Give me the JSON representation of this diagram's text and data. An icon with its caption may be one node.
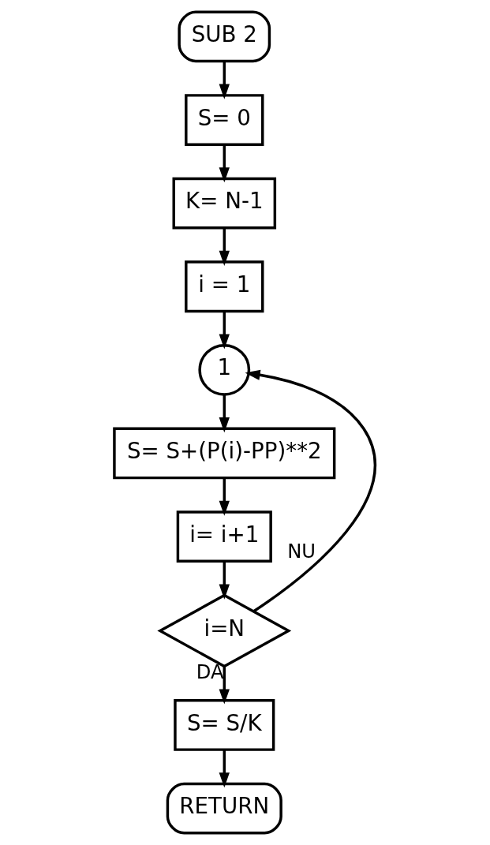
{
  "diagram": {
    "nodes": [
      {
        "text": [
          "SUB 2"
        ]
      },
      {
        "text": [
          "S= 0"
        ]
      },
      {
        "text": [
          "K= N-1"
        ]
      },
      {
        "text": [
          "i = 1"
        ]
      },
      {
        "text": [
          "1"
        ]
      },
      {
        "text": [
          "S= S+(P(i)-PP)**2"
        ]
      },
      {
        "text": [
          "i= i+1"
        ]
      },
      {
        "text": [
          "i=N"
        ]
      },
      {
        "text": [
          "S= S/K"
        ]
      },
      {
        "text": [
          "RETURN"
        ]
      }
    ],
    "edges": [
      {
        "from": 0,
        "to": 1,
        "arrow": "to"
      },
      {
        "from": 1,
        "to": 2,
        "arrow": "to"
      },
      {
        "from": 2,
        "to": 3,
        "arrow": "to"
      },
      {
        "from": 3,
        "to": 4,
        "arrow": "to"
      },
      {
        "from": 4,
        "to": 5,
        "arrow": "to"
      },
      {
        "from": 5,
        "to": 6,
        "arrow": "to"
      },
      {
        "from": 6,
        "to": 7,
        "arrow": "to"
      },
      {
        "from": 7,
        "to": 4,
        "arrow": "to",
        "label": "NU"
      },
      {
        "from": 7,
        "to": 8,
        "arrow": "to",
        "label": "DA"
      },
      {
        "from": 8,
        "to": 9,
        "arrow": "to"
      }
    ]
  }
}
